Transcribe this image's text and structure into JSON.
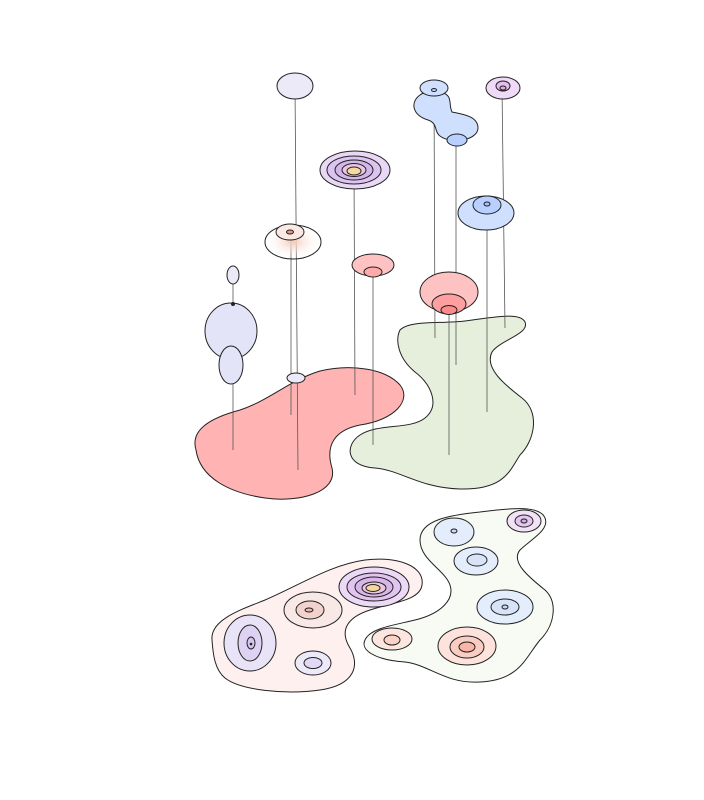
{
  "colors": {
    "region_left": "#ffb3b3",
    "region_right": "#e6efdc",
    "footprint_left": "#fff0f0",
    "footprint_right": "#f7fbf4",
    "lavender": "#ece9f8",
    "blue": "#cfe0ff",
    "purple": "#e3ccf0",
    "pink": "#ffc2c2",
    "peach": "#fde0c0",
    "outline": "#222222"
  },
  "icons": [
    "region-shape",
    "contour-ellipse",
    "pin-line",
    "footprint-map"
  ]
}
